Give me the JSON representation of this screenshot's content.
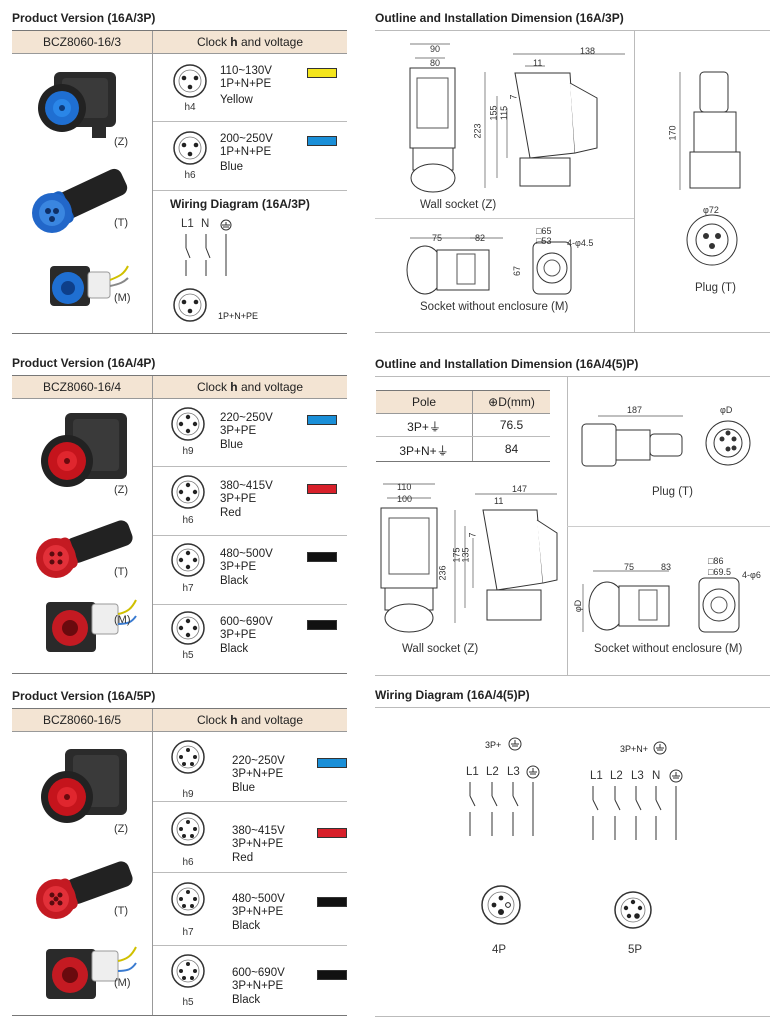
{
  "section1": {
    "title": "Product Version (16A/3P)",
    "model": "BCZ8060-16/3",
    "clock_header": [
      "Clock ",
      "h",
      " and voltage"
    ],
    "views": [
      "(Z)",
      "(T)",
      "(M)"
    ],
    "rows": [
      {
        "voltage": "110~130V",
        "config": "1P+N+PE",
        "color_name": "Yellow",
        "code": "h4",
        "color": "#f4e51c"
      },
      {
        "voltage": "200~250V",
        "config": "1P+N+PE",
        "color_name": "Blue",
        "code": "h6",
        "color": "#1a8fd8"
      }
    ],
    "wiring_title": "Wiring Diagram (16A/3P)",
    "wiring_labels": [
      "L1",
      "N"
    ],
    "wiring_config": "1P+N+PE"
  },
  "section2": {
    "title": "Product Version (16A/4P)",
    "model": "BCZ8060-16/4",
    "clock_header": [
      "Clock ",
      "h",
      " and voltage"
    ],
    "views": [
      "(Z)",
      "(T)",
      "(M)"
    ],
    "rows": [
      {
        "voltage": "220~250V",
        "config": "3P+PE",
        "color_name": "Blue",
        "code": "h9",
        "color": "#1a8fd8"
      },
      {
        "voltage": "380~415V",
        "config": "3P+PE",
        "color_name": "Red",
        "code": "h6",
        "color": "#d8202a"
      },
      {
        "voltage": "480~500V",
        "config": "3P+PE",
        "color_name": "Black",
        "code": "h7",
        "color": "#111111"
      },
      {
        "voltage": "600~690V",
        "config": "3P+PE",
        "color_name": "Black",
        "code": "h5",
        "color": "#111111"
      }
    ]
  },
  "section3": {
    "title": "Product Version (16A/5P)",
    "model": "BCZ8060-16/5",
    "clock_header": [
      "Clock ",
      "h",
      " and voltage"
    ],
    "views": [
      "(Z)",
      "(T)",
      "(M)"
    ],
    "rows": [
      {
        "voltage": "220~250V",
        "config": "3P+N+PE",
        "color_name": "Blue",
        "code": "h9",
        "color": "#1a8fd8"
      },
      {
        "voltage": "380~415V",
        "config": "3P+N+PE",
        "color_name": "Red",
        "code": "h6",
        "color": "#d8202a"
      },
      {
        "voltage": "480~500V",
        "config": "3P+N+PE",
        "color_name": "Black",
        "code": "h7",
        "color": "#111111"
      },
      {
        "voltage": "600~690V",
        "config": "3P+N+PE",
        "color_name": "Black",
        "code": "h5",
        "color": "#111111"
      }
    ]
  },
  "outline1": {
    "title": "Outline and Installation Dimension (16A/3P)",
    "wall_socket": "Wall socket (Z)",
    "socket_wo": "Socket without enclosure (M)",
    "plug": "Plug (T)",
    "dims": {
      "d90": "90",
      "d80": "80",
      "d138": "138",
      "d11": "11",
      "d7": "7",
      "d155": "155",
      "d115": "115",
      "d223": "223",
      "d75": "75",
      "d82": "82",
      "d65": "□65",
      "d53": "□53",
      "d4phi": "4-φ4.5",
      "d67": "67",
      "d170": "170",
      "d72": "φ72"
    }
  },
  "outline2": {
    "title": "Outline and Installation Dimension (16A/4(5)P)",
    "pole_header": "Pole",
    "d_header": "D(mm)",
    "pole_rows": [
      {
        "pole": "3P+",
        "d": "76.5"
      },
      {
        "pole": "3P+N+",
        "d": "84"
      }
    ],
    "wall_socket": "Wall socket (Z)",
    "socket_wo": "Socket without enclosure (M)",
    "plug": "Plug (T)",
    "dims": {
      "d110": "110",
      "d100": "100",
      "d147": "147",
      "d11": "11",
      "d7": "7",
      "d175": "175",
      "d135": "135",
      "d236": "236",
      "d187": "187",
      "dphiD": "φD",
      "d75": "75",
      "d83": "83",
      "d86": "□86",
      "d695": "□69.5",
      "d4phi6": "4-φ6",
      "dD": "φD"
    }
  },
  "wiring2": {
    "title": "Wiring Diagram (16A/4(5)P)",
    "left_label": "3P+",
    "right_label": "3P+N+",
    "left_lines": [
      "L1",
      "L2",
      "L3"
    ],
    "right_lines": [
      "L1",
      "L2",
      "L3",
      "N"
    ],
    "p4": "4P",
    "p5": "5P"
  }
}
